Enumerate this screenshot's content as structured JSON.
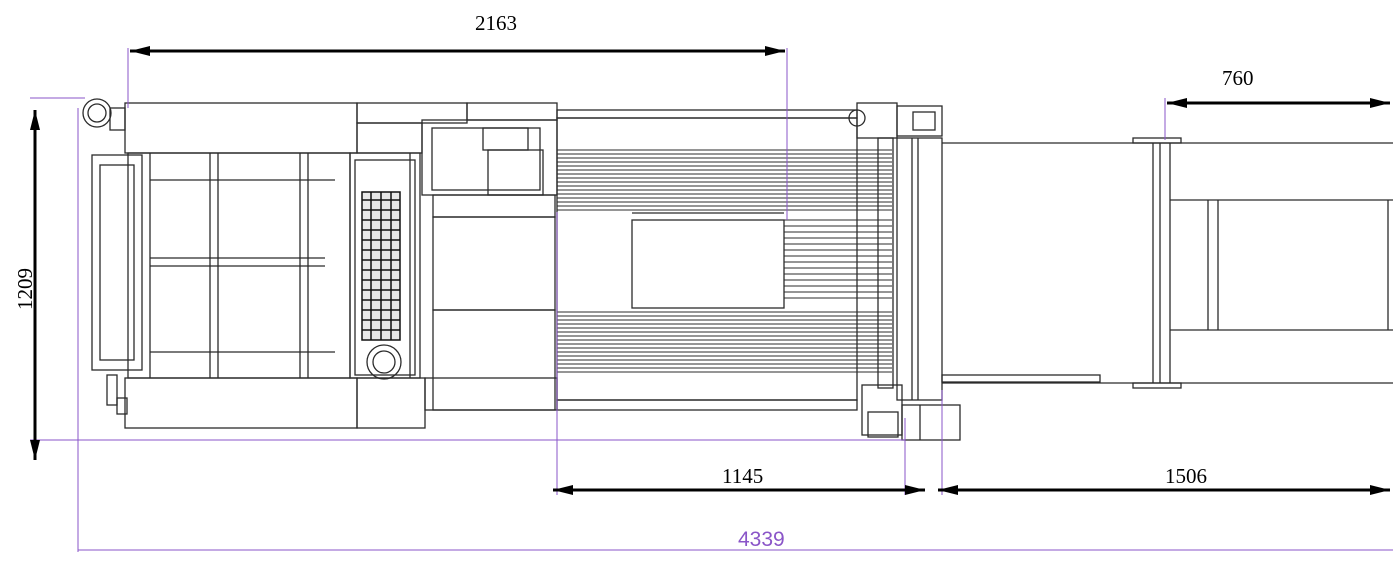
{
  "dimensions": {
    "top_length": "2163",
    "right_top": "760",
    "height": "1209",
    "bottom_middle": "1145",
    "bottom_right": "1506",
    "overall_length": "4339"
  },
  "colors": {
    "line": "#2b2b2b",
    "dim_line": "#000000",
    "extension_line": "#8a55c8",
    "background": "#ffffff"
  }
}
